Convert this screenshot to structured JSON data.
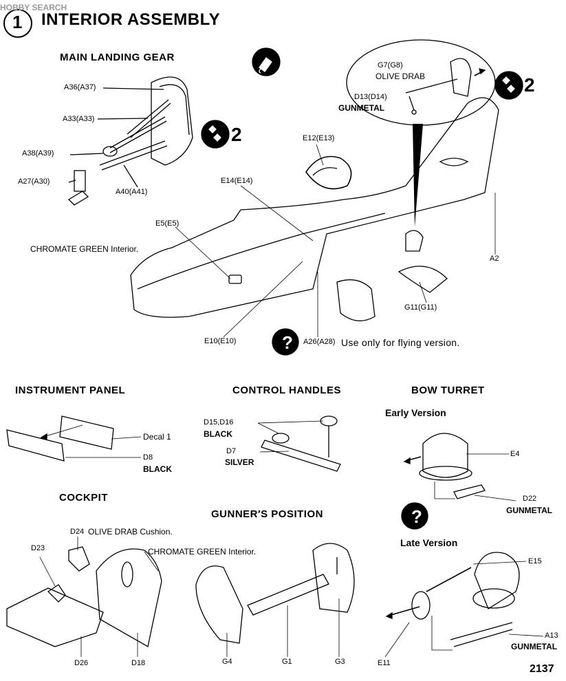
{
  "watermark": "HOBBY SEARCH",
  "step": {
    "number": "1",
    "title": "INTERIOR ASSEMBLY",
    "ref_step": "2"
  },
  "main_landing_gear": {
    "heading": "MAIN LANDING GEAR",
    "labels": [
      "A36(A37)",
      "A33(A33)",
      "A38(A39)",
      "A27(A30)",
      "A40(A41)"
    ]
  },
  "fuselage": {
    "labels": [
      "G7(G8)",
      "D13(D14)",
      "E12(E13)",
      "E14(E14)",
      "E5(E5)",
      "A2",
      "G11(G11)",
      "E10(E10)",
      "A26(A28)"
    ],
    "colors": [
      "OLIVE DRAB",
      "GUNMETAL"
    ],
    "interior_note": "CHROMATE GREEN Interior.",
    "flying_note": "Use only for flying version."
  },
  "instrument_panel": {
    "heading": "INSTRUMENT PANEL",
    "labels": [
      "Decal 1",
      "D8"
    ],
    "color": "BLACK"
  },
  "control_handles": {
    "heading": "CONTROL HANDLES",
    "labels": [
      "D15,D16",
      "D7"
    ],
    "colors": [
      "BLACK",
      "SILVER"
    ]
  },
  "bow_turret": {
    "heading": "BOW TURRET",
    "early": "Early Version",
    "late": "Late Version",
    "labels": [
      "E4",
      "D22",
      "E15",
      "A13",
      "E11"
    ],
    "color": "GUNMETAL"
  },
  "cockpit": {
    "heading": "COCKPIT",
    "labels": [
      "D24",
      "D23",
      "D26",
      "D18"
    ],
    "cushion_note": "OLIVE DRAB Cushion.",
    "interior_note": "CHROMATE GREEN Interior."
  },
  "gunners_position": {
    "heading": "GUNNER′S POSITION",
    "labels": [
      "G4",
      "G1",
      "G3"
    ]
  },
  "page_number": "2137",
  "colors": {
    "ink": "#000000",
    "paper": "#ffffff",
    "watermark": "#9a9a9a"
  },
  "icons": [
    "glue-tube-icon",
    "paired-parts-icon",
    "question-icon"
  ]
}
